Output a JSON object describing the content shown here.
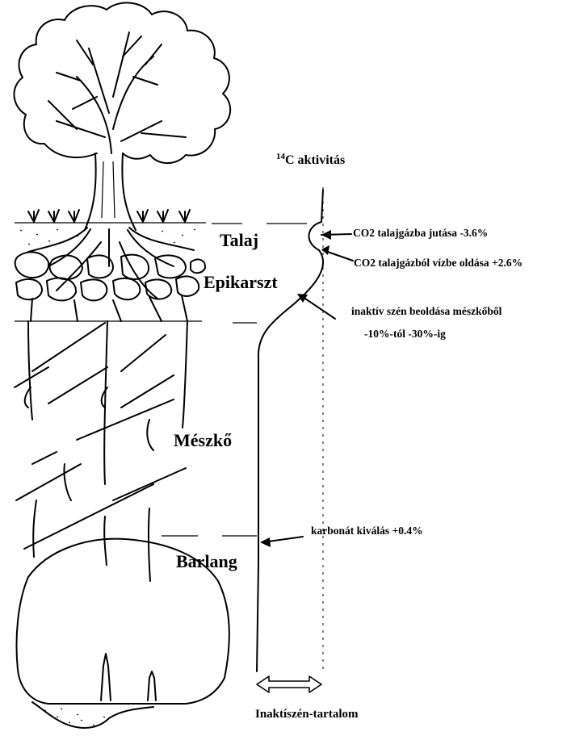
{
  "axis": {
    "title_sup": "14",
    "title_main": "C aktivitás",
    "bottom_label": "Inaktíszén-tartalom"
  },
  "zones": {
    "soil": "Talaj",
    "epikarst": "Epikarszt",
    "limestone": "Mészkő",
    "cave": "Barlang"
  },
  "annotations": {
    "soil_gas": "CO2 talajgázba jutása  -3.6%",
    "dissolution_water": "CO2 talajgázból vízbe oldása +2.6%",
    "inactive_carbon_line1": "inaktív szén beoldása mészkőből",
    "inactive_carbon_line2": "-10%-tól -30%-ig",
    "carbonate": "karbonát kiválás  +0.4%"
  }
}
